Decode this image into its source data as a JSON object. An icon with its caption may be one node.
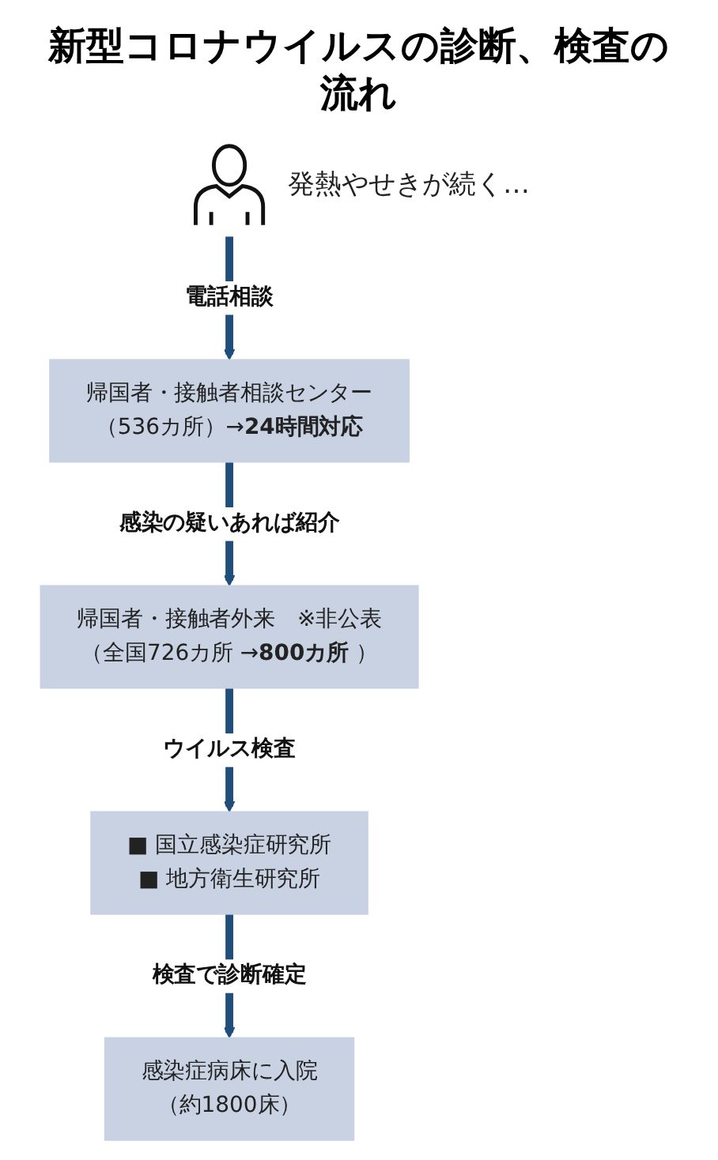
{
  "diagram": {
    "title": "新型コロナウイルスの診断、検査の流れ",
    "nodes": [
      {
        "text": [],
        "shape": "person",
        "beside": [
          "発熱やせきが続く…"
        ]
      },
      {
        "text": [
          "帰国者・接触者相談センター",
          "（536カ所）→**24時間対応**"
        ]
      },
      {
        "text": [
          "帰国者・接触者外来　※非公表",
          "（全国726カ所 →**800カ所** ）"
        ]
      },
      {
        "text": [
          "■ 国立感染症研究所",
          "■ 地方衛生研究所"
        ]
      },
      {
        "text": [
          "感染症病床に入院",
          "（約1800床）"
        ]
      }
    ],
    "edges": [
      {
        "from": 0,
        "to": 1,
        "arrow": "to",
        "label": "電話相談"
      },
      {
        "from": 1,
        "to": 2,
        "arrow": "to",
        "label": "感染の疑いあれば紹介"
      },
      {
        "from": 2,
        "to": 3,
        "arrow": "to",
        "label": "ウイルス検査"
      },
      {
        "from": 3,
        "to": 4,
        "arrow": "to",
        "label": "検査で診断確定"
      }
    ]
  }
}
